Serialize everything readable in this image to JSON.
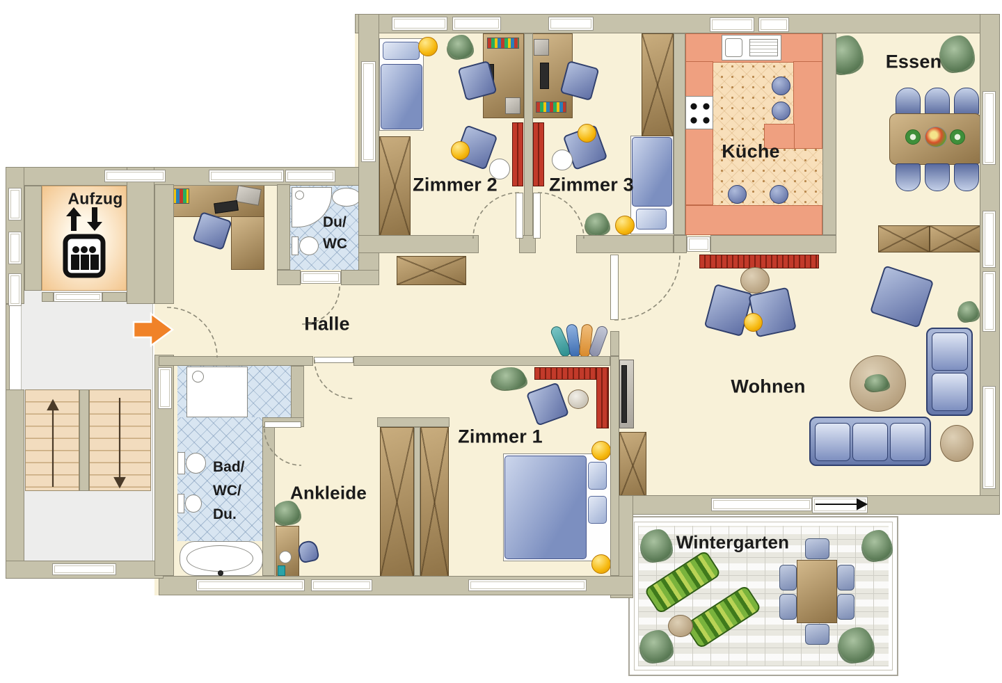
{
  "plan": {
    "type": "apartment-floor-plan",
    "language": "de",
    "rooms": {
      "aufzug": {
        "label": "Aufzug",
        "furniture": [
          "elevator-car"
        ]
      },
      "treppenhaus": {
        "label": "",
        "furniture": [
          "stairs-up-flight",
          "stairs-down-flight"
        ]
      },
      "halle": {
        "label": "Halle",
        "furniture": [
          "corner-desk",
          "office-chair",
          "books",
          "laptop",
          "keyboard",
          "sideboard-chest",
          "coat-rack"
        ]
      },
      "du_wc": {
        "label_lines": [
          "Du/",
          "WC"
        ],
        "furniture": [
          "corner-shower",
          "washbasin",
          "toilet"
        ]
      },
      "zimmer2": {
        "label": "Zimmer 2",
        "furniture": [
          "single-bed",
          "desk",
          "office-chair",
          "red-bookshelf",
          "wardrobe",
          "armchair",
          "side-table",
          "floor-lamp",
          "plant"
        ]
      },
      "zimmer3": {
        "label": "Zimmer 3",
        "furniture": [
          "single-bed",
          "desk",
          "office-chair",
          "red-bookshelf",
          "wardrobe",
          "armchair",
          "side-table",
          "floor-lamp",
          "plant"
        ]
      },
      "kueche": {
        "label": "Küche",
        "furniture": [
          "sink-unit",
          "stove",
          "u-shaped-counter",
          "bar-stools",
          "red-sideboard"
        ]
      },
      "essen": {
        "label": "Essen",
        "furniture": [
          "dining-table",
          "dining-chairs-6",
          "sideboard",
          "plants"
        ]
      },
      "wohnen": {
        "label": "Wohnen",
        "furniture": [
          "three-seat-sofa",
          "two-seat-sofa",
          "armchairs",
          "round-coffee-table",
          "round-side-tables",
          "tv-board",
          "chest",
          "floor-lamp",
          "plants"
        ]
      },
      "zimmer1": {
        "label": "Zimmer 1",
        "furniture": [
          "double-bed",
          "armchair",
          "side-table",
          "red-bookshelf",
          "floor-lamps",
          "plant"
        ]
      },
      "ankleide": {
        "label": "Ankleide",
        "furniture": [
          "wardrobes",
          "vanity-table",
          "stool",
          "plant"
        ]
      },
      "bad": {
        "label_lines": [
          "Bad/",
          "WC/",
          "Du."
        ],
        "furniture": [
          "bathtub",
          "shower",
          "toilet",
          "bidet"
        ]
      },
      "wintergarten": {
        "label": "Wintergarten",
        "furniture": [
          "sun-loungers",
          "round-side-table",
          "garden-table",
          "garden-chairs-6",
          "plants"
        ]
      }
    },
    "icons": {
      "elevator": "elevator-pictogram",
      "elevator_up": "up-arrow",
      "elevator_down": "down-arrow",
      "entrance": "orange-entrance-arrow-right",
      "terrace_exit": "exit-arrow-right",
      "stairs_up": "stairs-direction-up",
      "stairs_down": "stairs-direction-down"
    },
    "colors": {
      "wall": "#c6c2ab",
      "wall_line": "#8e8a77",
      "floor_cream": "#f8f1d8",
      "stair_floor": "#ededec",
      "stair_step": "#f2dcbe",
      "elevator_glow": "#f3c68e",
      "bath_tile": "#d8e5f1",
      "kitchen_counter": "#efa080",
      "kitchen_floor": "#f8dfba",
      "furn_blue": "#8396c3",
      "furn_blue_line": "#2f3f6e",
      "wood": "#bfa375",
      "wood_line": "#6d5532",
      "shelf_red": "#c23a2a",
      "lamp_yellow": "#f7b50c",
      "entry_orange": "#f08228",
      "plant_green": "#6f8f68",
      "lounger_green": "#6fae35",
      "wintergarten_floor": "#e9e8e0",
      "label_ink": "#1b1b1b"
    }
  }
}
